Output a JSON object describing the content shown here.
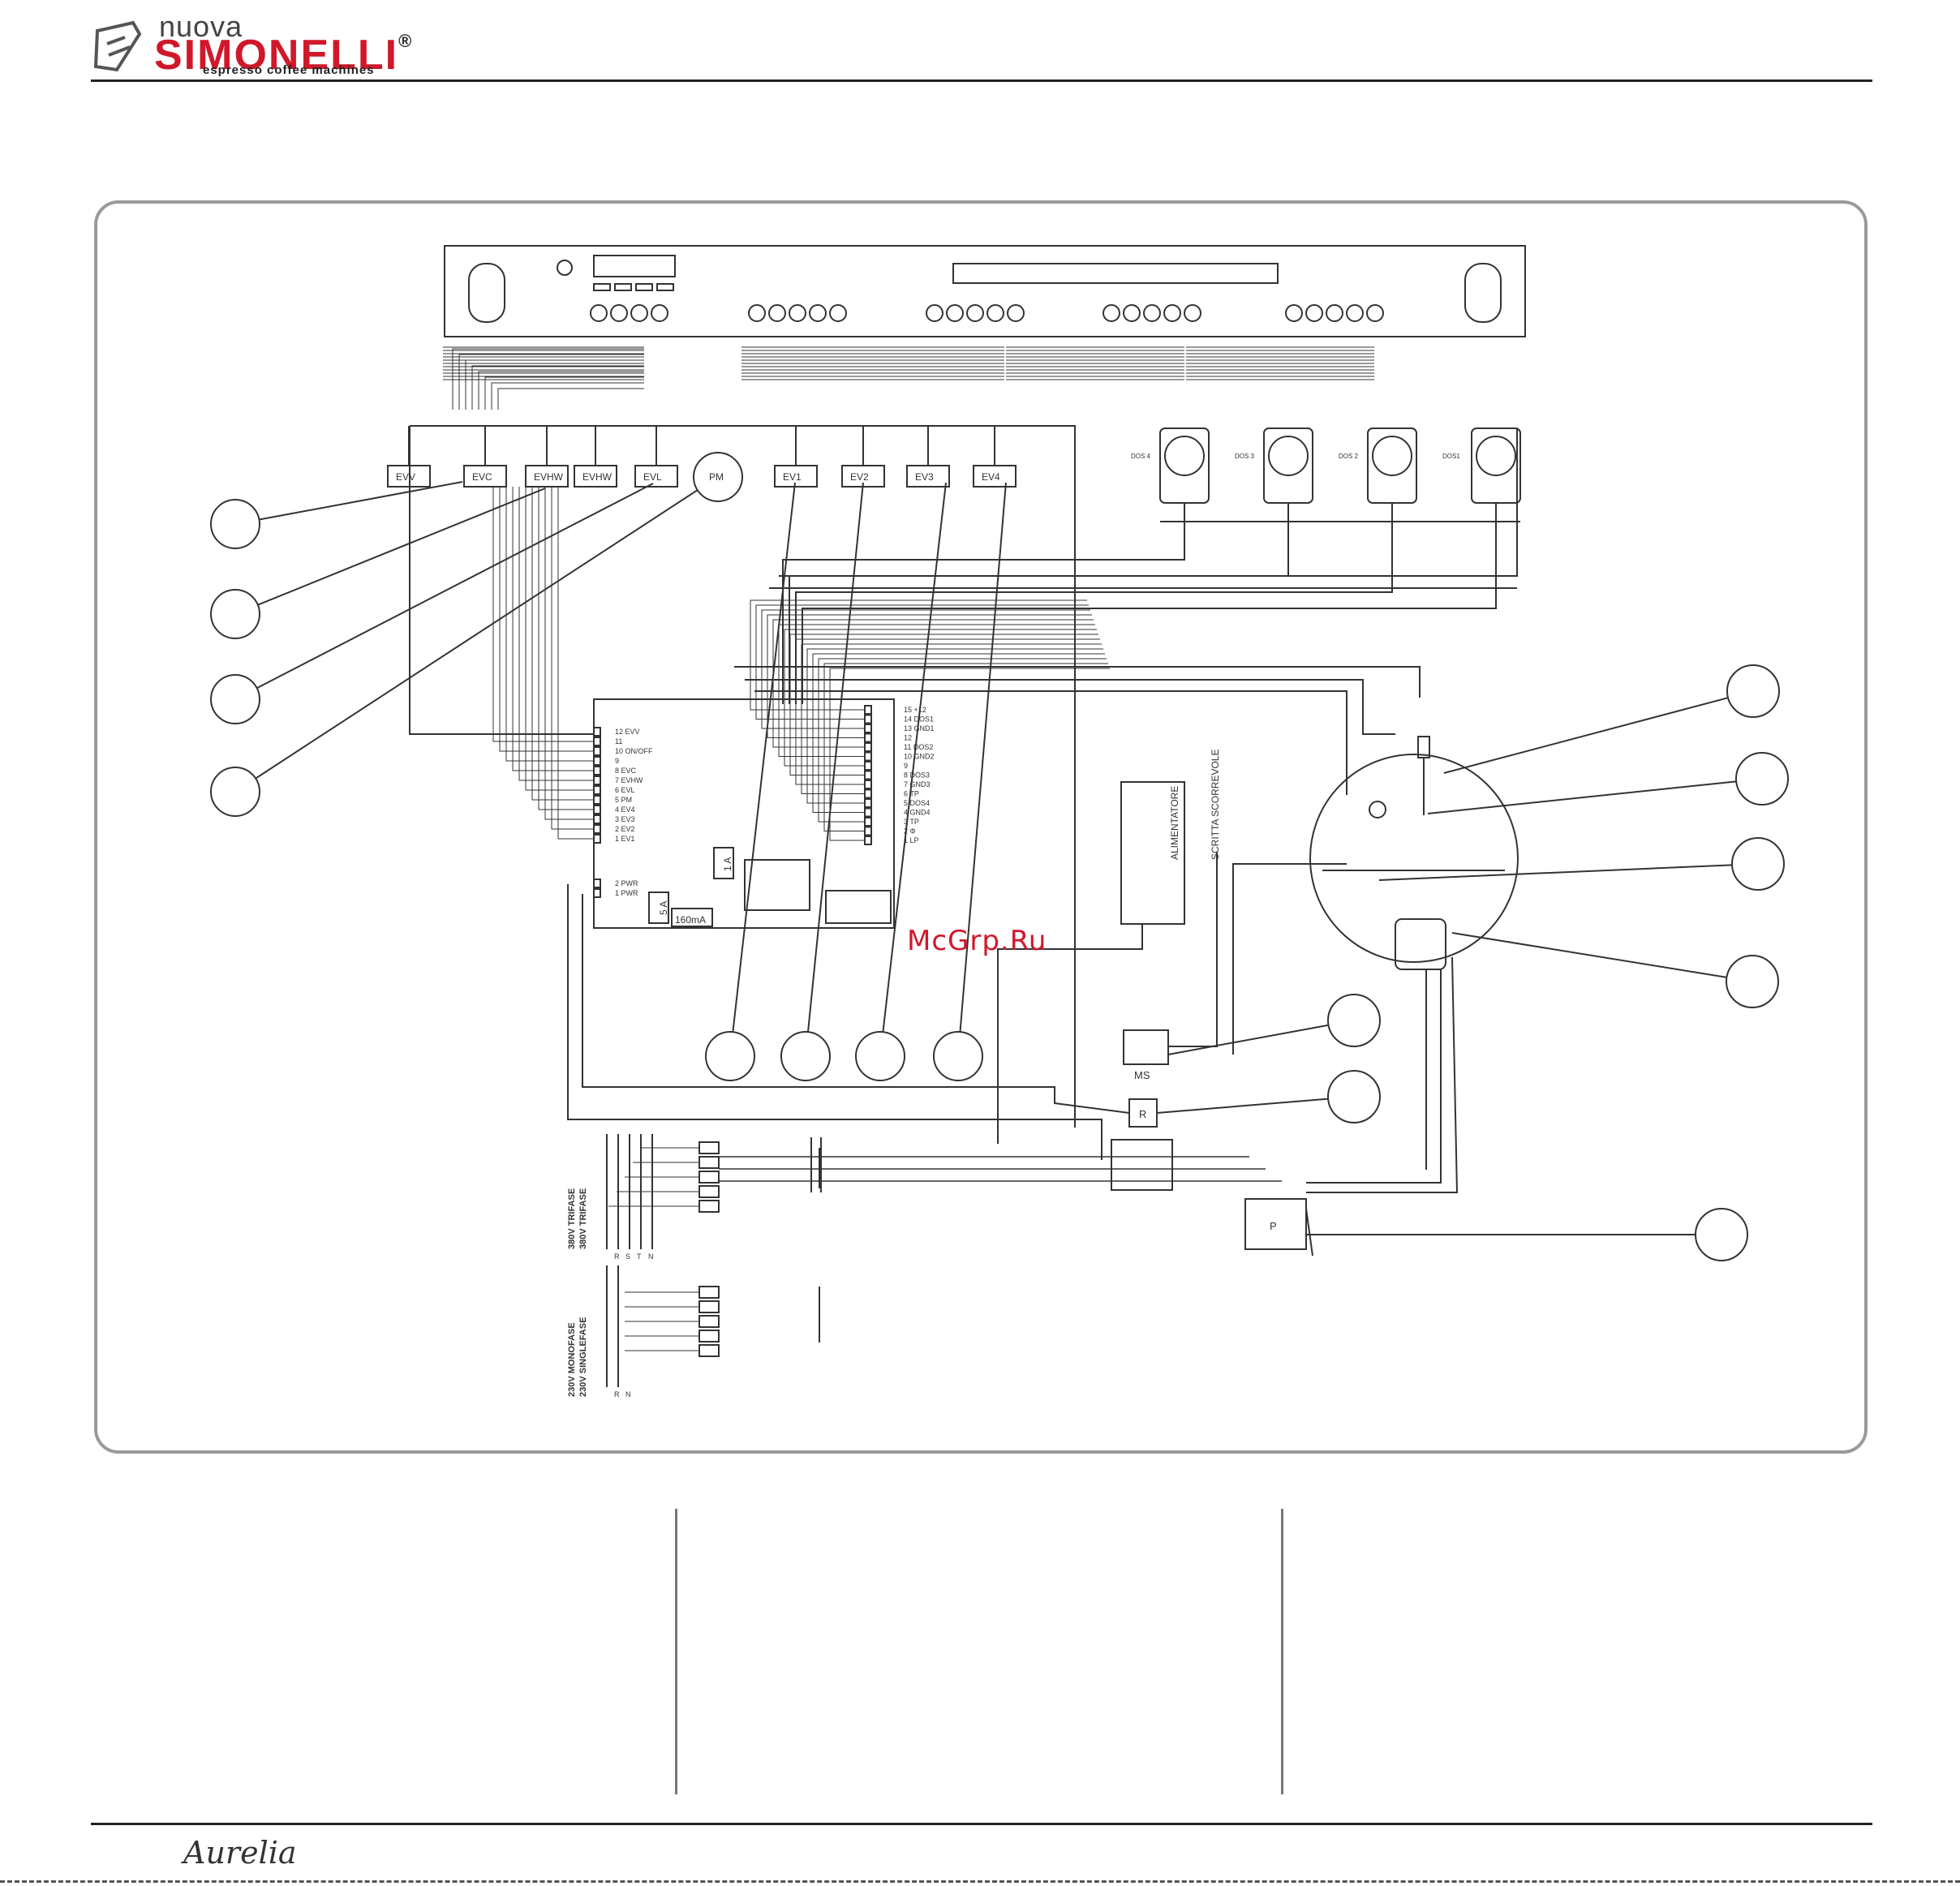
{
  "brand": {
    "nuova": "nuova",
    "name": "SIMONELLI",
    "registered": "®",
    "tagline": "espresso coffee machines"
  },
  "watermark": "McGrp.Ru",
  "footer": {
    "model_script": "Aurelia"
  },
  "diagram": {
    "valves_top": [
      "EVV",
      "EVC",
      "EVHW",
      "EVHW",
      "EVL",
      "PM",
      "EV1",
      "EV2",
      "EV3",
      "EV4"
    ],
    "dosers": [
      "DOS 4",
      "DOS 3",
      "DOS 2",
      "DOS1"
    ],
    "board_left_terminals": [
      "12 EVV",
      "11",
      "10 ON/OFF",
      "9",
      "8 EVC",
      "7 EVHW",
      "6 EVL",
      "5 PM",
      "4 EV4",
      "3 EV3",
      "2 EV2",
      "1 EV1"
    ],
    "board_right_terminals": [
      "15 +12",
      "14 DOS1",
      "13 GND1",
      "12",
      "11 DOS2",
      "10 GND2",
      "9",
      "8 DOS3",
      "7 GND3",
      "6 TP",
      "5 DOS4",
      "4 GND4",
      "3 TP",
      "2 Φ",
      "1 LP"
    ],
    "board_power_terminals": [
      "2 PWR",
      "1 PWR"
    ],
    "fuses": [
      "1 A",
      "5 A",
      "160mA"
    ],
    "power_supply": [
      "ALIMENTATORE",
      "SCRITTA SCORREVOLE"
    ],
    "switch_labels": [
      "MS",
      "R",
      "P"
    ],
    "supply_three_phase": [
      "380V TRIFASE",
      "380V TRIFASE"
    ],
    "supply_single_phase": [
      "230V MONOFASE",
      "230V SINGLEFASE"
    ],
    "phase_labels_3": [
      "R",
      "S",
      "T",
      "N"
    ],
    "phase_labels_1": [
      "R",
      "N"
    ]
  },
  "colors": {
    "brand_red": "#d0182b",
    "frame": "#9a9a9a",
    "line": "#333333"
  }
}
